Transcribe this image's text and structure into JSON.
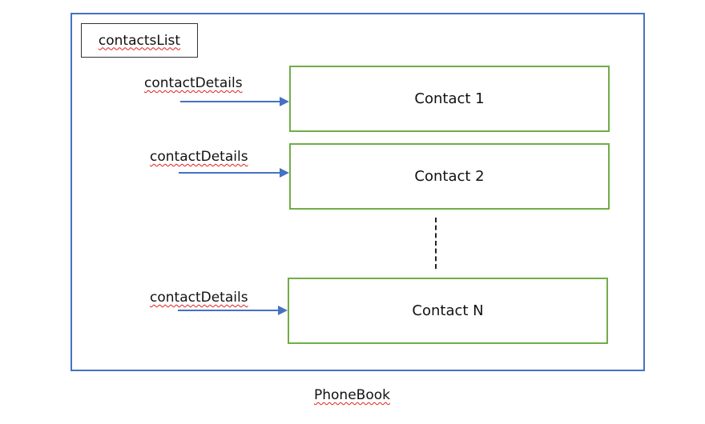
{
  "diagram": {
    "container_label": "contactsList",
    "caption": "PhoneBook",
    "rows": [
      {
        "arrow_label": "contactDetails",
        "contact_label": "Contact 1"
      },
      {
        "arrow_label": "contactDetails",
        "contact_label": "Contact 2"
      },
      {
        "arrow_label": "contactDetails",
        "contact_label": "Contact N"
      }
    ]
  },
  "colors": {
    "container_border": "#4472c4",
    "contact_border": "#70ad47",
    "arrow": "#4472c4",
    "spellcheck_underline": "#e0201a"
  }
}
